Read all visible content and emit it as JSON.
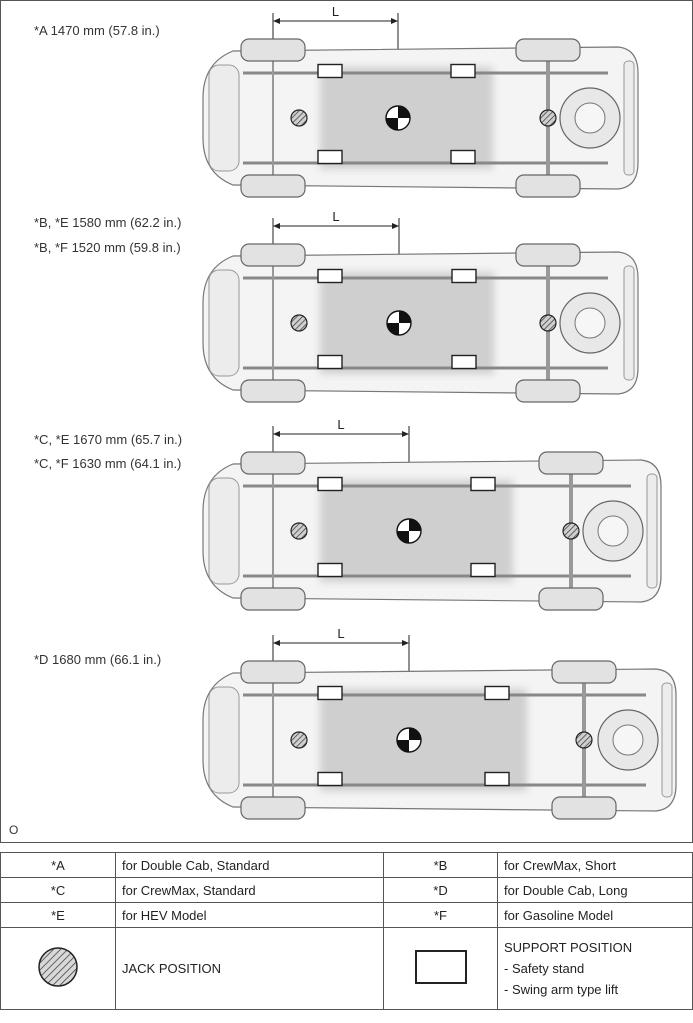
{
  "figure": {
    "labels": [
      {
        "lines": [
          "*A 1470 mm (57.8 in.)"
        ]
      },
      {
        "lines": [
          "*B, *E 1580 mm (62.2 in.)",
          "*B, *F 1520 mm (59.8 in.)"
        ]
      },
      {
        "lines": [
          "*C, *E 1670 mm (65.7 in.)",
          "*C, *F 1630 mm (64.1 in.)"
        ]
      },
      {
        "lines": [
          "*D 1680 mm (66.1 in.)"
        ]
      }
    ],
    "dimension_letter": "L",
    "figure_mark": "O"
  },
  "legend": {
    "rows": [
      [
        {
          "code": "*A",
          "desc": "for Double Cab, Standard"
        },
        {
          "code": "*B",
          "desc": "for CrewMax, Short"
        }
      ],
      [
        {
          "code": "*C",
          "desc": "for CrewMax, Standard"
        },
        {
          "code": "*D",
          "desc": "for Double Cab, Long"
        }
      ],
      [
        {
          "code": "*E",
          "desc": "for HEV Model"
        },
        {
          "code": "*F",
          "desc": "for Gasoline Model"
        }
      ]
    ],
    "jack": {
      "icon": "hatched-circle-icon",
      "label": "JACK POSITION"
    },
    "support": {
      "icon": "rectangle-icon",
      "title": "SUPPORT POSITION",
      "items": [
        "- Safety stand",
        "- Swing arm type lift"
      ]
    }
  }
}
